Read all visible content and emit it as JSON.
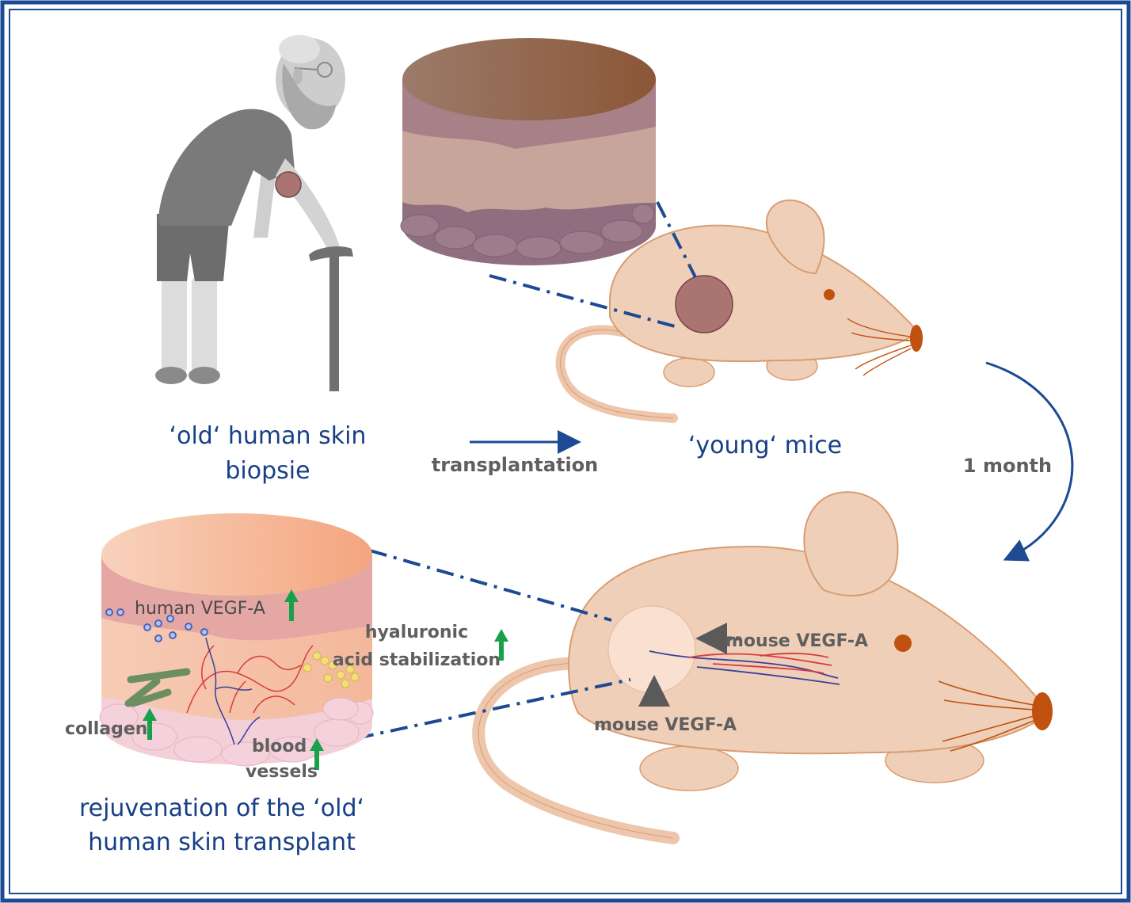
{
  "labels": {
    "old_skin": "‘old‘ human skin",
    "old_skin_2": "biopsie",
    "transplantation": "transplantation",
    "young_mice": "‘young‘ mice",
    "one_month": "1 month",
    "human_vegf": "human VEGF-A",
    "hyaluronic": "hyaluronic",
    "acid_stab": "acid stabilization",
    "collagen": "collagen",
    "blood": "blood",
    "vessels": "vessels",
    "mouse_vegf_right": "mouse VEGF-A",
    "mouse_vegf_bottom": "mouse VEGF-A",
    "rejuvenation": "rejuvenation of the ‘old‘",
    "rejuvenation_2": "human skin transplant"
  },
  "colors": {
    "frame": "#1c4a93",
    "title_blue": "#173f86",
    "label_gray": "#5f5f5f",
    "up_arrow": "#17a24a",
    "mouse_body": "#efcfb8",
    "mouse_outline": "#d89c72",
    "mouse_nose": "#c0510f",
    "biopsy_dot": "#a97471"
  },
  "icons": {
    "old_man": "elderly-person-with-cane",
    "cylinder_old": "skin-biopsy-cylinder",
    "cylinder_young": "rejuvenated-skin-cylinder",
    "mouse_small": "mouse",
    "mouse_large": "mouse",
    "up_arrow": "green-up-arrow"
  }
}
